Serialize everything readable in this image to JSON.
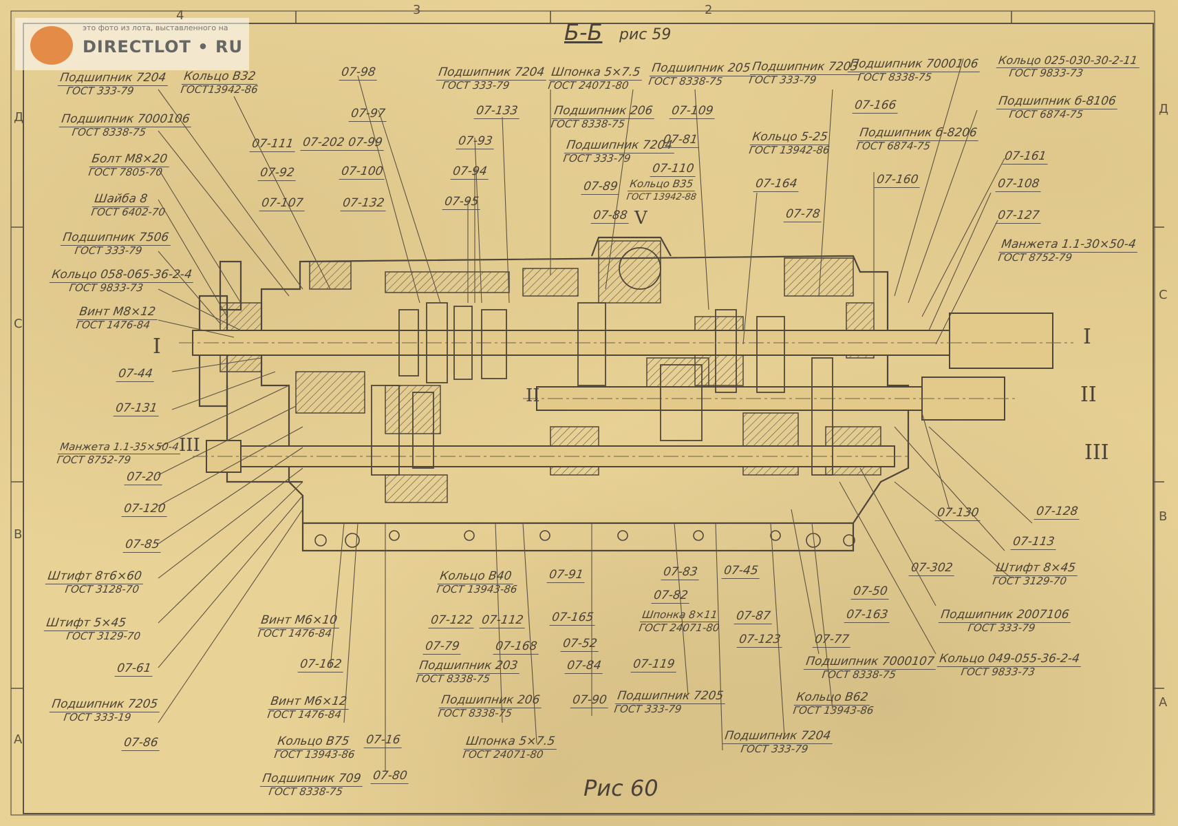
{
  "watermark": {
    "note": "это фото из лота, выставленного на",
    "brand": "DIRECTLOT • RU"
  },
  "section_title": "Б-Б",
  "figure_top": "рис 59",
  "figure_bottom": "Рис 60",
  "shafts": [
    "I",
    "II",
    "III",
    "V"
  ],
  "border": {
    "columns": [
      "4",
      "3",
      "2"
    ],
    "rows": [
      "Д",
      "С",
      "В",
      "А"
    ]
  },
  "callouts": {
    "p7204_tl": [
      "Подшипник 7204",
      "ГОСТ 333-79"
    ],
    "ring832": [
      "Кольцо В32",
      "ГОСТ13942-86"
    ],
    "p7000106": [
      "Подшипник 7000106",
      "ГОСТ 8338-75"
    ],
    "bolt": [
      "Болт М8×20",
      "ГОСТ 7805-70"
    ],
    "washer": [
      "Шайба 8",
      "ГОСТ 6402-70"
    ],
    "p7506": [
      "Подшипник 7506",
      "ГОСТ 333-79"
    ],
    "ring058": [
      "Кольцо 058-065-36-2-4",
      "ГОСТ 9833-73"
    ],
    "screw812": [
      "Винт М8×12",
      "ГОСТ 1476-84"
    ],
    "cuff": [
      "Манжета 1.1-35×50-4",
      "ГОСТ 8752-79"
    ],
    "pin8": [
      "Штифт 8т6×60",
      "ГОСТ 3128-70"
    ],
    "pin5": [
      "Штифт 5×45",
      "ГОСТ 3129-70"
    ],
    "p7205_l": [
      "Подшипник 7205",
      "ГОСТ 333-19"
    ],
    "screw610": [
      "Винт М6×10",
      "ГОСТ 1476-84"
    ],
    "screw612": [
      "Винт М6×12",
      "ГОСТ 1476-84"
    ],
    "ring875": [
      "Кольцо В75",
      "ГОСТ 13943-86"
    ],
    "p709": [
      "Подшипник 709",
      "ГОСТ 8338-75"
    ],
    "ring840": [
      "Кольцо В40",
      "ГОСТ 13943-86"
    ],
    "p203": [
      "Подшипник 203",
      "ГОСТ 8338-75"
    ],
    "p206_b": [
      "Подшипник 206",
      "ГОСТ 8338-75"
    ],
    "key575_b": [
      "Шпонка 5×7.5",
      "ГОСТ 24071-80"
    ],
    "p7204_t": [
      "Подшипник 7204",
      "ГОСТ 333-79"
    ],
    "key575_t": [
      "Шпонка 5×7.5",
      "ГОСТ 24071-80"
    ],
    "p206_t": [
      "Подшипник 206",
      "ГОСТ 8338-75"
    ],
    "p7204_m": [
      "Подшипник 7204",
      "ГОСТ 333-79"
    ],
    "ring835": [
      "Кольцо В35",
      "ГОСТ 13942-88"
    ],
    "p205": [
      "Подшипник 205",
      "ГОСТ 8338-75"
    ],
    "p7203": [
      "Подшипник 7203",
      "ГОСТ 333-79"
    ],
    "ring25": [
      "Кольцо 5-25",
      "ГОСТ 13942-86"
    ],
    "p7000106_r": [
      "Подшипник 7000106",
      "ГОСТ 8338-75"
    ],
    "pb8206": [
      "Подшипник б-8206",
      "ГОСТ 6874-75"
    ],
    "ring025": [
      "Кольцо 025-030-30-2-11",
      "ГОСТ 9833-73"
    ],
    "pb8106": [
      "Подшипник б-8106",
      "ГОСТ 6874-75"
    ],
    "cuff_r": [
      "Манжета 1.1-30×50-4",
      "ГОСТ 8752-79"
    ],
    "key811": [
      "Шпонка 8×11",
      "ГОСТ 24071-80"
    ],
    "p7205_b": [
      "Подшипник 7205",
      "ГОСТ 333-79"
    ],
    "p7204_b": [
      "Подшипник 7204",
      "ГОСТ 333-79"
    ],
    "ring862": [
      "Кольцо В62",
      "ГОСТ 13943-86"
    ],
    "p7000107": [
      "Подшипник 7000107",
      "ГОСТ 8338-75"
    ],
    "pin845": [
      "Штифт 8×45",
      "ГОСТ 3129-70"
    ],
    "p2007106": [
      "Подшипник 2007106",
      "ГОСТ 333-79"
    ],
    "ring049": [
      "Кольцо 049-055-36-2-4",
      "ГОСТ 9833-73"
    ]
  },
  "parts": {
    "n98": "07-98",
    "n97": "07-97",
    "n111": "07-111",
    "n202": "07-202",
    "n99": "07-99",
    "n92": "07-92",
    "n100": "07-100",
    "n107": "07-107",
    "n132": "07-132",
    "n133": "07-133",
    "n93": "07-93",
    "n94": "07-94",
    "n95": "07-95",
    "n109": "07-109",
    "n81": "07-81",
    "n110": "07-110",
    "n89": "07-89",
    "n88": "07-88",
    "n166": "07-166",
    "n164": "07-164",
    "n160": "07-160",
    "n78": "07-78",
    "n161": "07-161",
    "n108": "07-108",
    "n127": "07-127",
    "n44": "07-44",
    "n131": "07-131",
    "n20": "07-20",
    "n120": "07-120",
    "n85": "07-85",
    "n61": "07-61",
    "n86": "07-86",
    "n162": "07-162",
    "n16": "07-16",
    "n80": "07-80",
    "n122": "07-122",
    "n112": "07-112",
    "n79": "07-79",
    "n168": "07-168",
    "n91": "07-91",
    "n165": "07-165",
    "n52": "07-52",
    "n84": "07-84",
    "n90": "07-90",
    "n119": "07-119",
    "n83": "07-83",
    "n82": "07-82",
    "n45": "07-45",
    "n87": "07-87",
    "n123": "07-123",
    "n77": "07-77",
    "n50": "07-50",
    "n163": "07-163",
    "n302": "07-302",
    "n130": "07-130",
    "n128": "07-128",
    "n113": "07-113"
  }
}
